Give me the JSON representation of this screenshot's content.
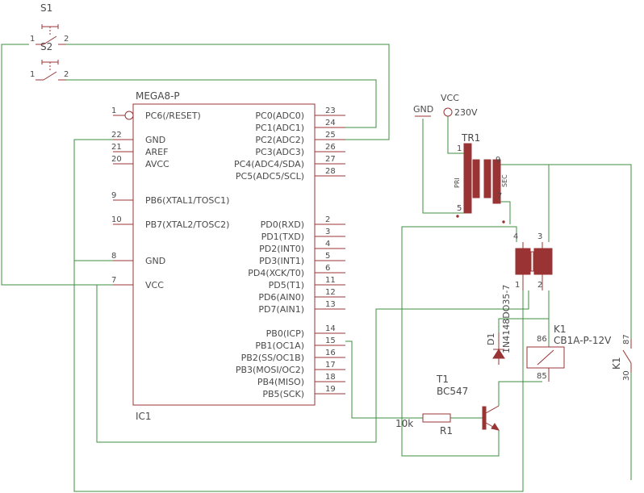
{
  "ic1": {
    "part": "MEGA8-P",
    "designator": "IC1",
    "left_pins": [
      {
        "num": "1",
        "name": "PC6(/RESET)"
      },
      {
        "num": "22",
        "name": "GND"
      },
      {
        "num": "21",
        "name": "AREF"
      },
      {
        "num": "20",
        "name": "AVCC"
      },
      {
        "num": "9",
        "name": "PB6(XTAL1/TOSC1)"
      },
      {
        "num": "10",
        "name": "PB7(XTAL2/TOSC2)"
      },
      {
        "num": "8",
        "name": "GND"
      },
      {
        "num": "7",
        "name": "VCC"
      }
    ],
    "right_pins": [
      {
        "num": "23",
        "name": "PC0(ADC0)"
      },
      {
        "num": "24",
        "name": "PC1(ADC1)"
      },
      {
        "num": "25",
        "name": "PC2(ADC2)"
      },
      {
        "num": "26",
        "name": "PC3(ADC3)"
      },
      {
        "num": "27",
        "name": "PC4(ADC4/SDA)"
      },
      {
        "num": "28",
        "name": "PC5(ADC5/SCL)"
      },
      {
        "num": "2",
        "name": "PD0(RXD)"
      },
      {
        "num": "3",
        "name": "PD1(TXD)"
      },
      {
        "num": "4",
        "name": "PD2(INT0)"
      },
      {
        "num": "5",
        "name": "PD3(INT1)"
      },
      {
        "num": "6",
        "name": "PD4(XCK/T0)"
      },
      {
        "num": "11",
        "name": "PD5(T1)"
      },
      {
        "num": "12",
        "name": "PD6(AIN0)"
      },
      {
        "num": "13",
        "name": "PD7(AIN1)"
      },
      {
        "num": "14",
        "name": "PB0(ICP)"
      },
      {
        "num": "15",
        "name": "PB1(OC1A)"
      },
      {
        "num": "16",
        "name": "PB2(SS/OC1B)"
      },
      {
        "num": "17",
        "name": "PB3(MOSI/OC2)"
      },
      {
        "num": "18",
        "name": "PB4(MISO)"
      },
      {
        "num": "19",
        "name": "PB5(SCK)"
      }
    ]
  },
  "switches": {
    "s1": {
      "designator": "S1",
      "pin1": "1",
      "pin2": "2"
    },
    "s2": {
      "designator": "S2",
      "pin1": "1",
      "pin2": "2"
    }
  },
  "power": {
    "gnd": "GND",
    "vcc": "VCC",
    "voltage": "230V"
  },
  "tr1": {
    "designator": "TR1",
    "pri": "PRI",
    "sec": "SEC",
    "pins": {
      "p1": "1",
      "p5": "5",
      "p9": "9",
      "p7": "7"
    }
  },
  "bridge": {
    "part": "1N4148DO35-7",
    "pins": {
      "p4": "4",
      "p3": "3",
      "p1": "1",
      "p2": "2"
    }
  },
  "d1": {
    "designator": "D1"
  },
  "k1": {
    "designator": "K1",
    "part": "CB1A-P-12V",
    "coil_pins": {
      "p86": "86",
      "p85": "85"
    },
    "contact_designator": "K1",
    "contact_pins": {
      "p87": "87",
      "p30": "30"
    }
  },
  "t1": {
    "designator": "T1",
    "part": "BC547"
  },
  "r1": {
    "designator": "R1",
    "value": "10k"
  },
  "colors": {
    "symbol": "#9a3434",
    "wire": "#3f8f3f",
    "text": "#4a4a4a",
    "background": "#ffffff"
  }
}
